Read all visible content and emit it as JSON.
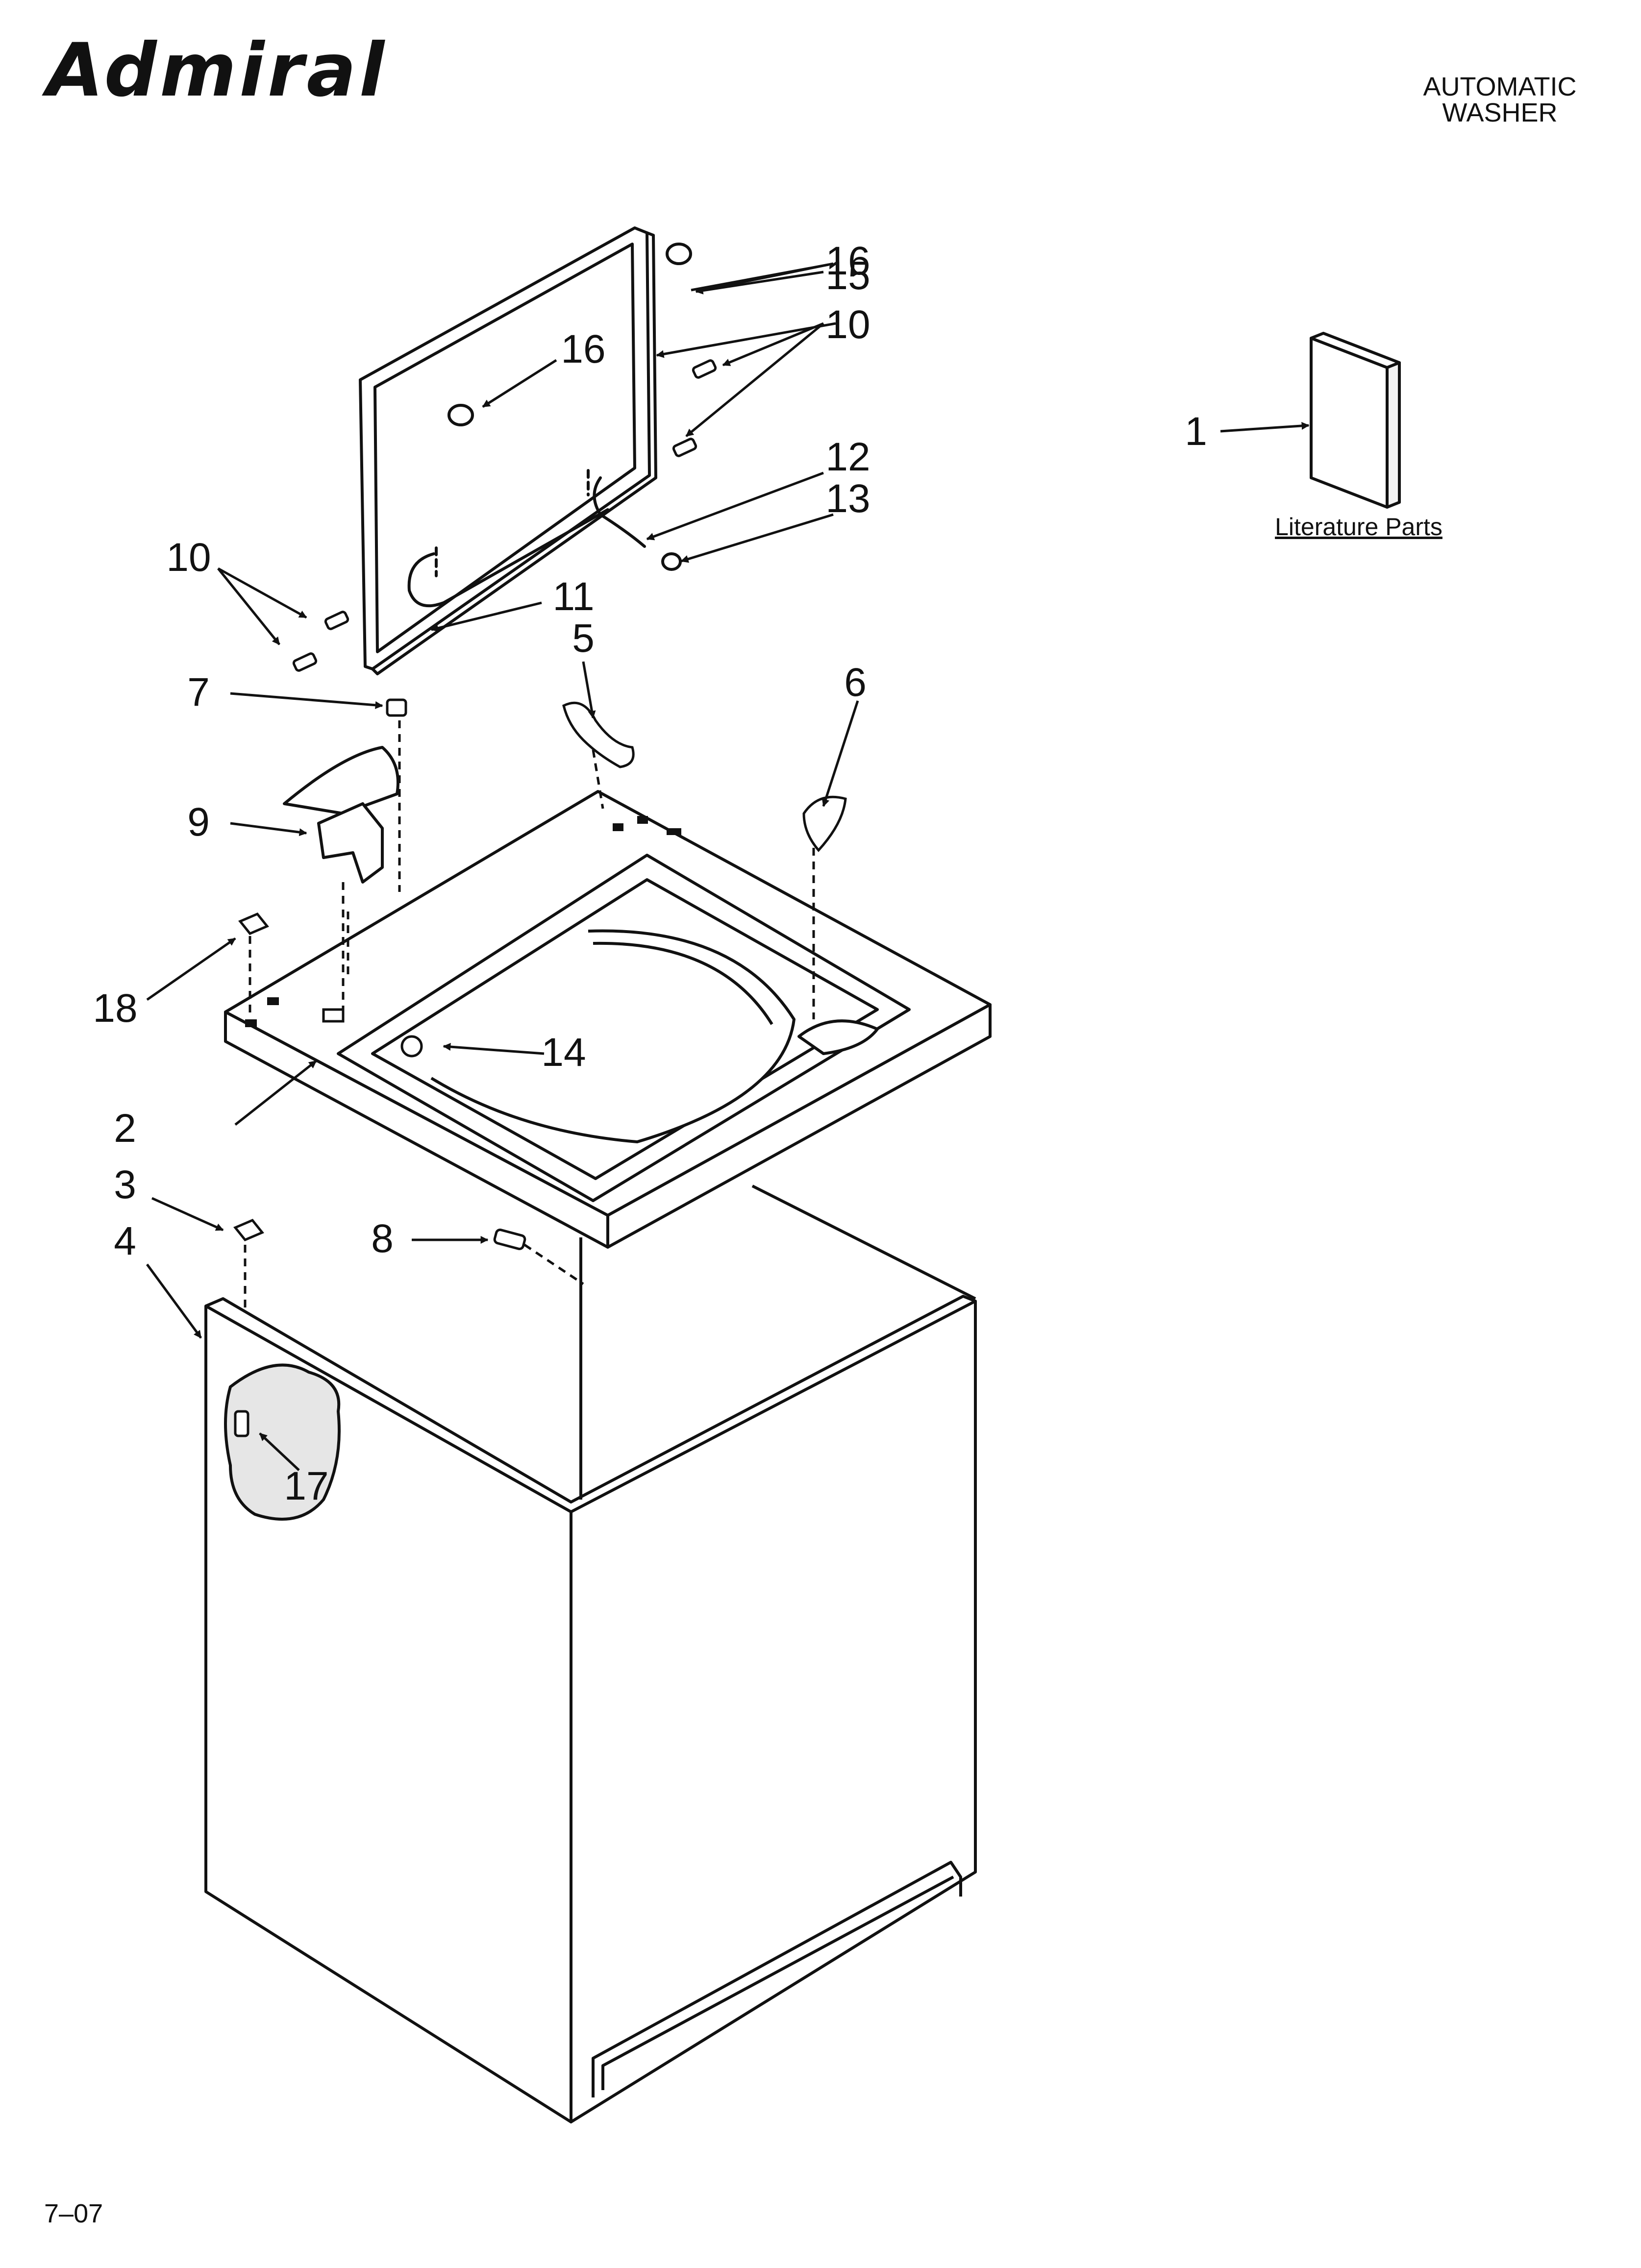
{
  "header": {
    "brand": "Admiral",
    "title_line1": "AUTOMATIC",
    "title_line2": "WASHER"
  },
  "footer": {
    "code": "7–07"
  },
  "literature": {
    "label": "Literature Parts"
  },
  "callouts": {
    "c1": "1",
    "c2": "2",
    "c3": "3",
    "c4": "4",
    "c5": "5",
    "c6": "6",
    "c7": "7",
    "c8": "8",
    "c9": "9",
    "c10a": "10",
    "c10b": "10",
    "c11": "11",
    "c12": "12",
    "c13": "13",
    "c14": "14",
    "c15": "15",
    "c16a": "16",
    "c16b": "16",
    "c17": "17",
    "c18": "18"
  },
  "colors": {
    "ink": "#111111",
    "paper": "#ffffff",
    "patch": "#e6e6e6"
  }
}
